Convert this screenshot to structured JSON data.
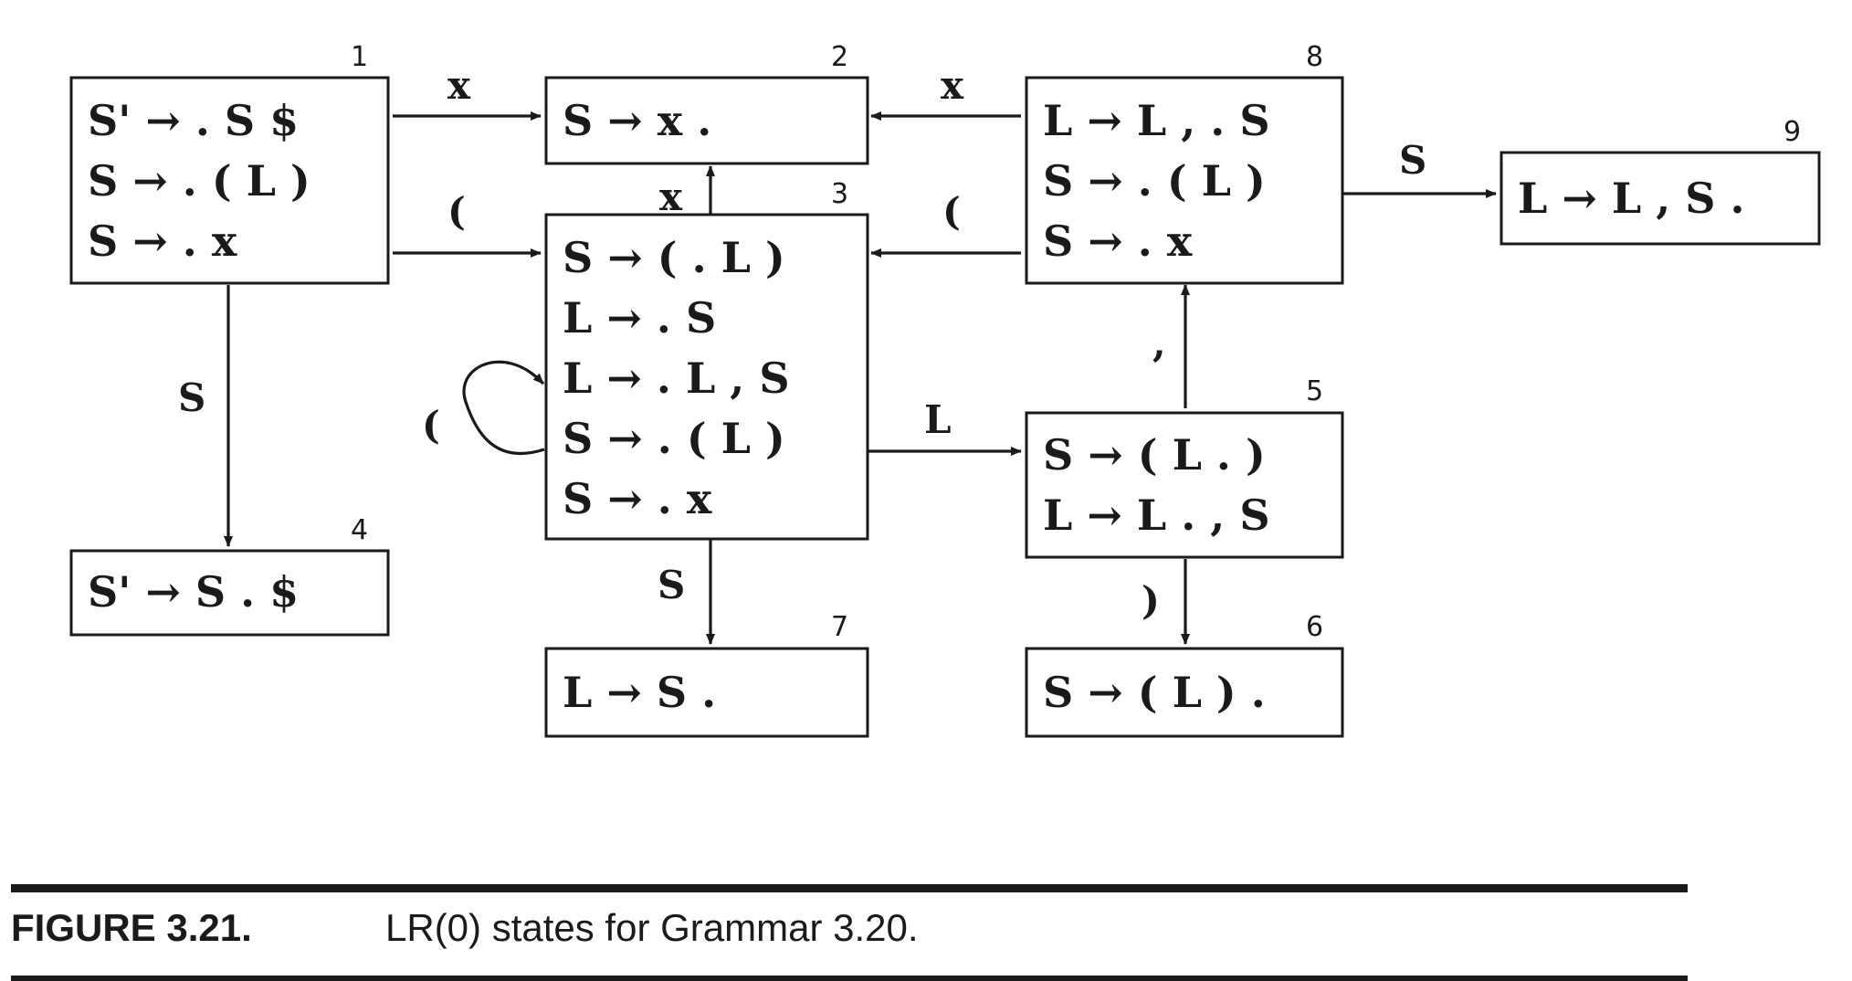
{
  "states": [
    {
      "id": "1",
      "items": [
        "S' → . S $",
        "S → . ( L )",
        "S → . x"
      ]
    },
    {
      "id": "2",
      "items": [
        "S → x ."
      ]
    },
    {
      "id": "3",
      "items": [
        "S → ( . L )",
        "L → . S",
        "L → . L , S",
        "S → . ( L )",
        "S → . x"
      ]
    },
    {
      "id": "4",
      "items": [
        "S' → S . $"
      ]
    },
    {
      "id": "5",
      "items": [
        "S → ( L . )",
        "L → L . , S"
      ]
    },
    {
      "id": "6",
      "items": [
        "S → ( L ) ."
      ]
    },
    {
      "id": "7",
      "items": [
        "L → S ."
      ]
    },
    {
      "id": "8",
      "items": [
        "L → L , . S",
        "S → . ( L )",
        "S → . x"
      ]
    },
    {
      "id": "9",
      "items": [
        "L → L , S ."
      ]
    }
  ],
  "edges": [
    {
      "from": "1",
      "to": "2",
      "label": "x"
    },
    {
      "from": "1",
      "to": "3",
      "label": "("
    },
    {
      "from": "1",
      "to": "4",
      "label": "S"
    },
    {
      "from": "3",
      "to": "2",
      "label": "x"
    },
    {
      "from": "3",
      "to": "3",
      "label": "("
    },
    {
      "from": "3",
      "to": "5",
      "label": "L"
    },
    {
      "from": "3",
      "to": "7",
      "label": "S"
    },
    {
      "from": "5",
      "to": "6",
      "label": ")"
    },
    {
      "from": "5",
      "to": "8",
      "label": ","
    },
    {
      "from": "8",
      "to": "2",
      "label": "x"
    },
    {
      "from": "8",
      "to": "3",
      "label": "("
    },
    {
      "from": "8",
      "to": "9",
      "label": "S"
    }
  ],
  "caption": {
    "figure_label": "FIGURE 3.21.",
    "text": "LR(0) states for Grammar 3.20."
  },
  "colors": {
    "ink": "#1a1a1a",
    "background": "#ffffff"
  }
}
